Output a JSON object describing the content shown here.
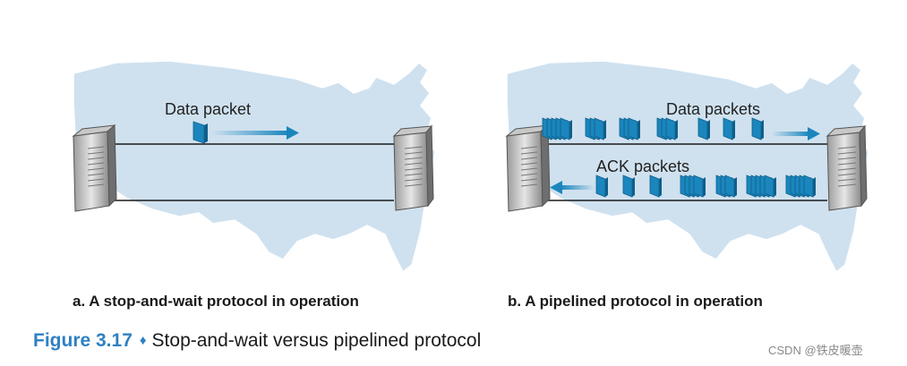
{
  "panel_a": {
    "data_label": "Data packet",
    "caption": "a. A stop-and-wait protocol in operation"
  },
  "panel_b": {
    "data_label": "Data packets",
    "ack_label": "ACK packets",
    "caption": "b. A pipelined protocol in operation"
  },
  "figure": {
    "label": "Figure 3.17",
    "separator": "♦",
    "title": "Stop-and-wait versus pipelined protocol"
  },
  "watermark": "CSDN @铁皮暖壶",
  "colors": {
    "map_fill": "#cfe1ef",
    "packet": "#1a86bd",
    "packet_dark": "#0f5f8a",
    "figure_accent": "#2f80c1",
    "link_line": "#1a1a1a"
  }
}
